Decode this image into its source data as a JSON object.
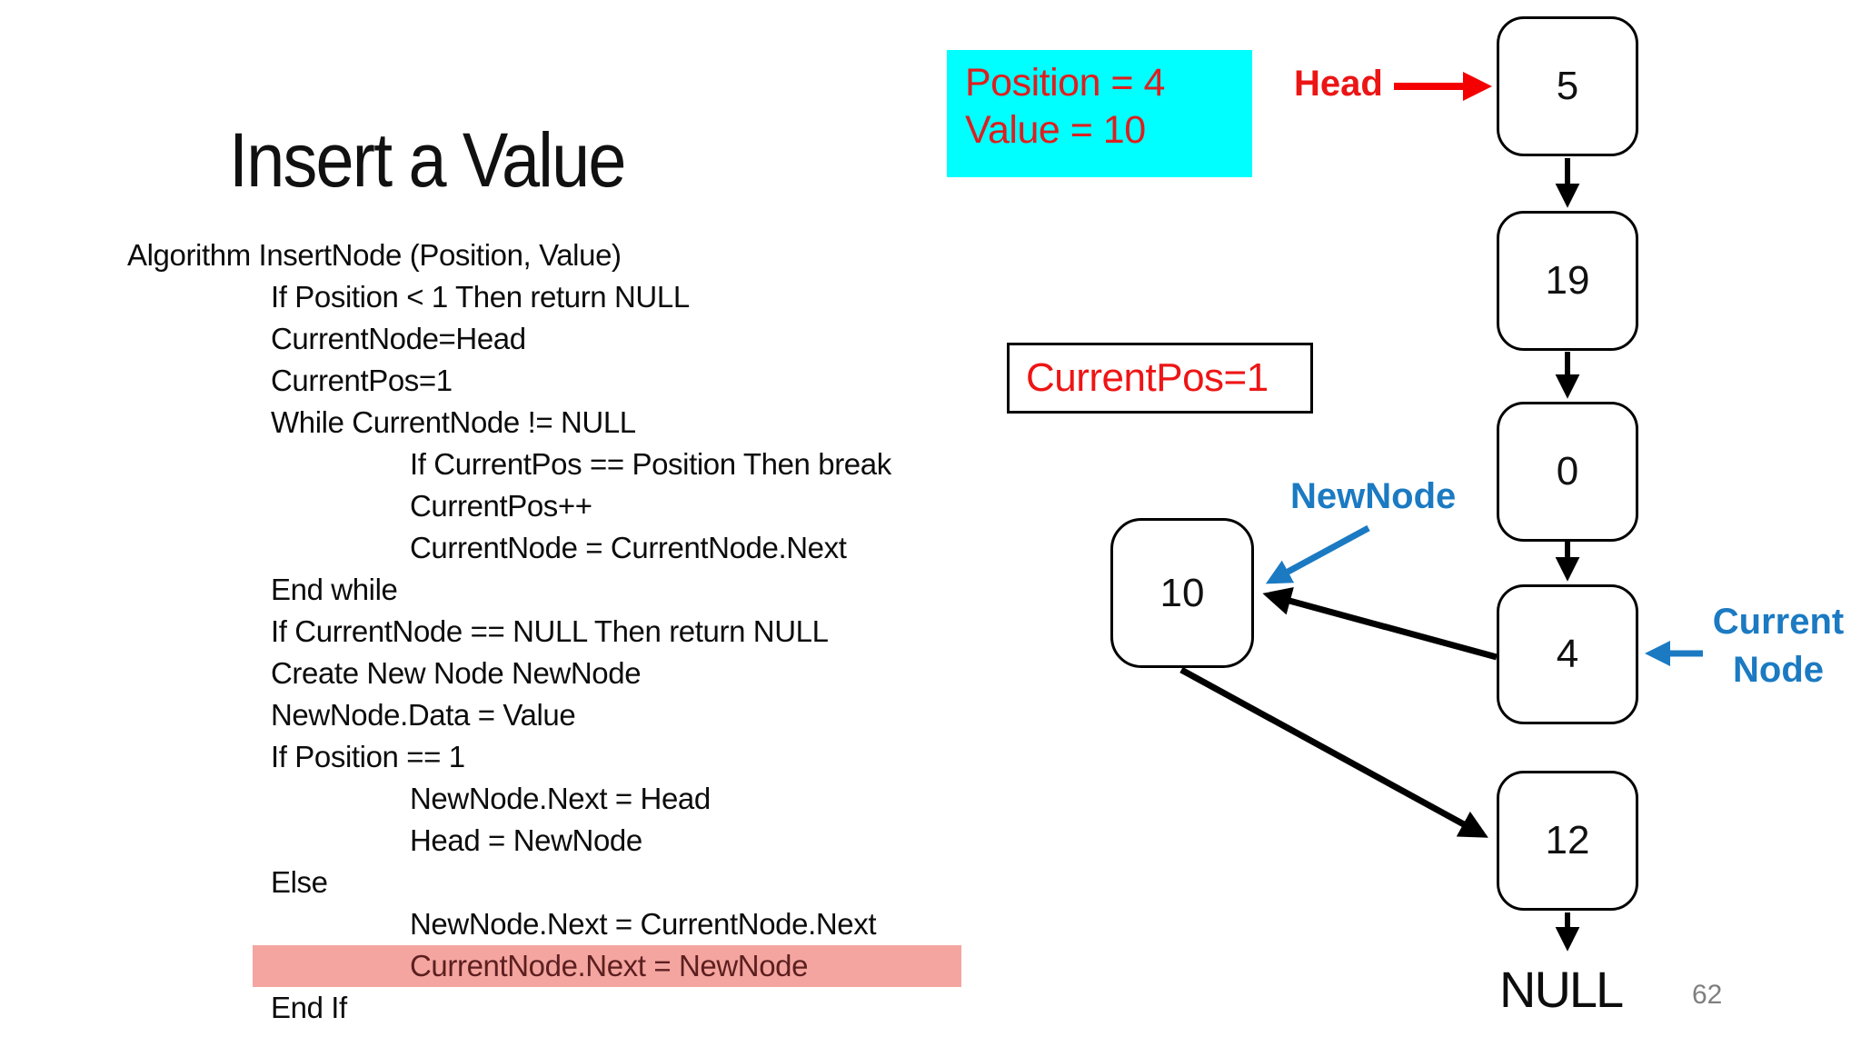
{
  "slide": {
    "title": "Insert a Value",
    "page_number": "62",
    "background_color": "#ffffff"
  },
  "algorithm": {
    "lines": [
      {
        "text": "Algorithm InsertNode (Position, Value)",
        "indent": 0,
        "highlighted": false
      },
      {
        "text": "If Position < 1 Then return NULL",
        "indent": 1,
        "highlighted": false
      },
      {
        "text": "CurrentNode=Head",
        "indent": 1,
        "highlighted": false
      },
      {
        "text": "CurrentPos=1",
        "indent": 1,
        "highlighted": false
      },
      {
        "text": "While CurrentNode != NULL",
        "indent": 1,
        "highlighted": false
      },
      {
        "text": "If CurrentPos == Position Then break",
        "indent": 2,
        "highlighted": false
      },
      {
        "text": "CurrentPos++",
        "indent": 2,
        "highlighted": false
      },
      {
        "text": "CurrentNode = CurrentNode.Next",
        "indent": 2,
        "highlighted": false
      },
      {
        "text": "End while",
        "indent": 1,
        "highlighted": false
      },
      {
        "text": "If CurrentNode == NULL Then return NULL",
        "indent": 1,
        "highlighted": false
      },
      {
        "text": "Create New Node NewNode",
        "indent": 1,
        "highlighted": false
      },
      {
        "text": "NewNode.Data = Value",
        "indent": 1,
        "highlighted": false
      },
      {
        "text": "If Position == 1",
        "indent": 1,
        "highlighted": false
      },
      {
        "text": "NewNode.Next = Head",
        "indent": 2,
        "highlighted": false
      },
      {
        "text": "Head = NewNode",
        "indent": 2,
        "highlighted": false
      },
      {
        "text": "Else",
        "indent": 1,
        "highlighted": false
      },
      {
        "text": "NewNode.Next = CurrentNode.Next",
        "indent": 2,
        "highlighted": false
      },
      {
        "text": "CurrentNode.Next = NewNode",
        "indent": 2,
        "highlighted": true
      },
      {
        "text": "End If",
        "indent": 1,
        "highlighted": false
      }
    ],
    "highlight_color": "#f4a5a0",
    "highlight_text_color": "#5c1f1f"
  },
  "callouts": {
    "params_box": {
      "lines": [
        "Position = 4",
        "Value = 10"
      ],
      "bg_color": "#00ffff",
      "text_color": "#dd1f1f"
    },
    "currentpos_box": {
      "text": "CurrentPos=1",
      "text_color": "#ee1515",
      "border_color": "#000000"
    },
    "head_label": {
      "text": "Head",
      "color": "#ec1515"
    },
    "newnode_label": {
      "text": "NewNode",
      "color": "#1b7ac2"
    },
    "currentnode_label": {
      "lines": [
        "Current",
        "Node"
      ],
      "color": "#1b7ac2"
    }
  },
  "linked_list": {
    "node_values": [
      "5",
      "19",
      "0",
      "4",
      "12"
    ],
    "new_node_value": "10",
    "null_label": "NULL"
  },
  "colors": {
    "arrow_red": "#f40000",
    "arrow_blue": "#1b7ac2",
    "arrow_black": "#000000"
  }
}
